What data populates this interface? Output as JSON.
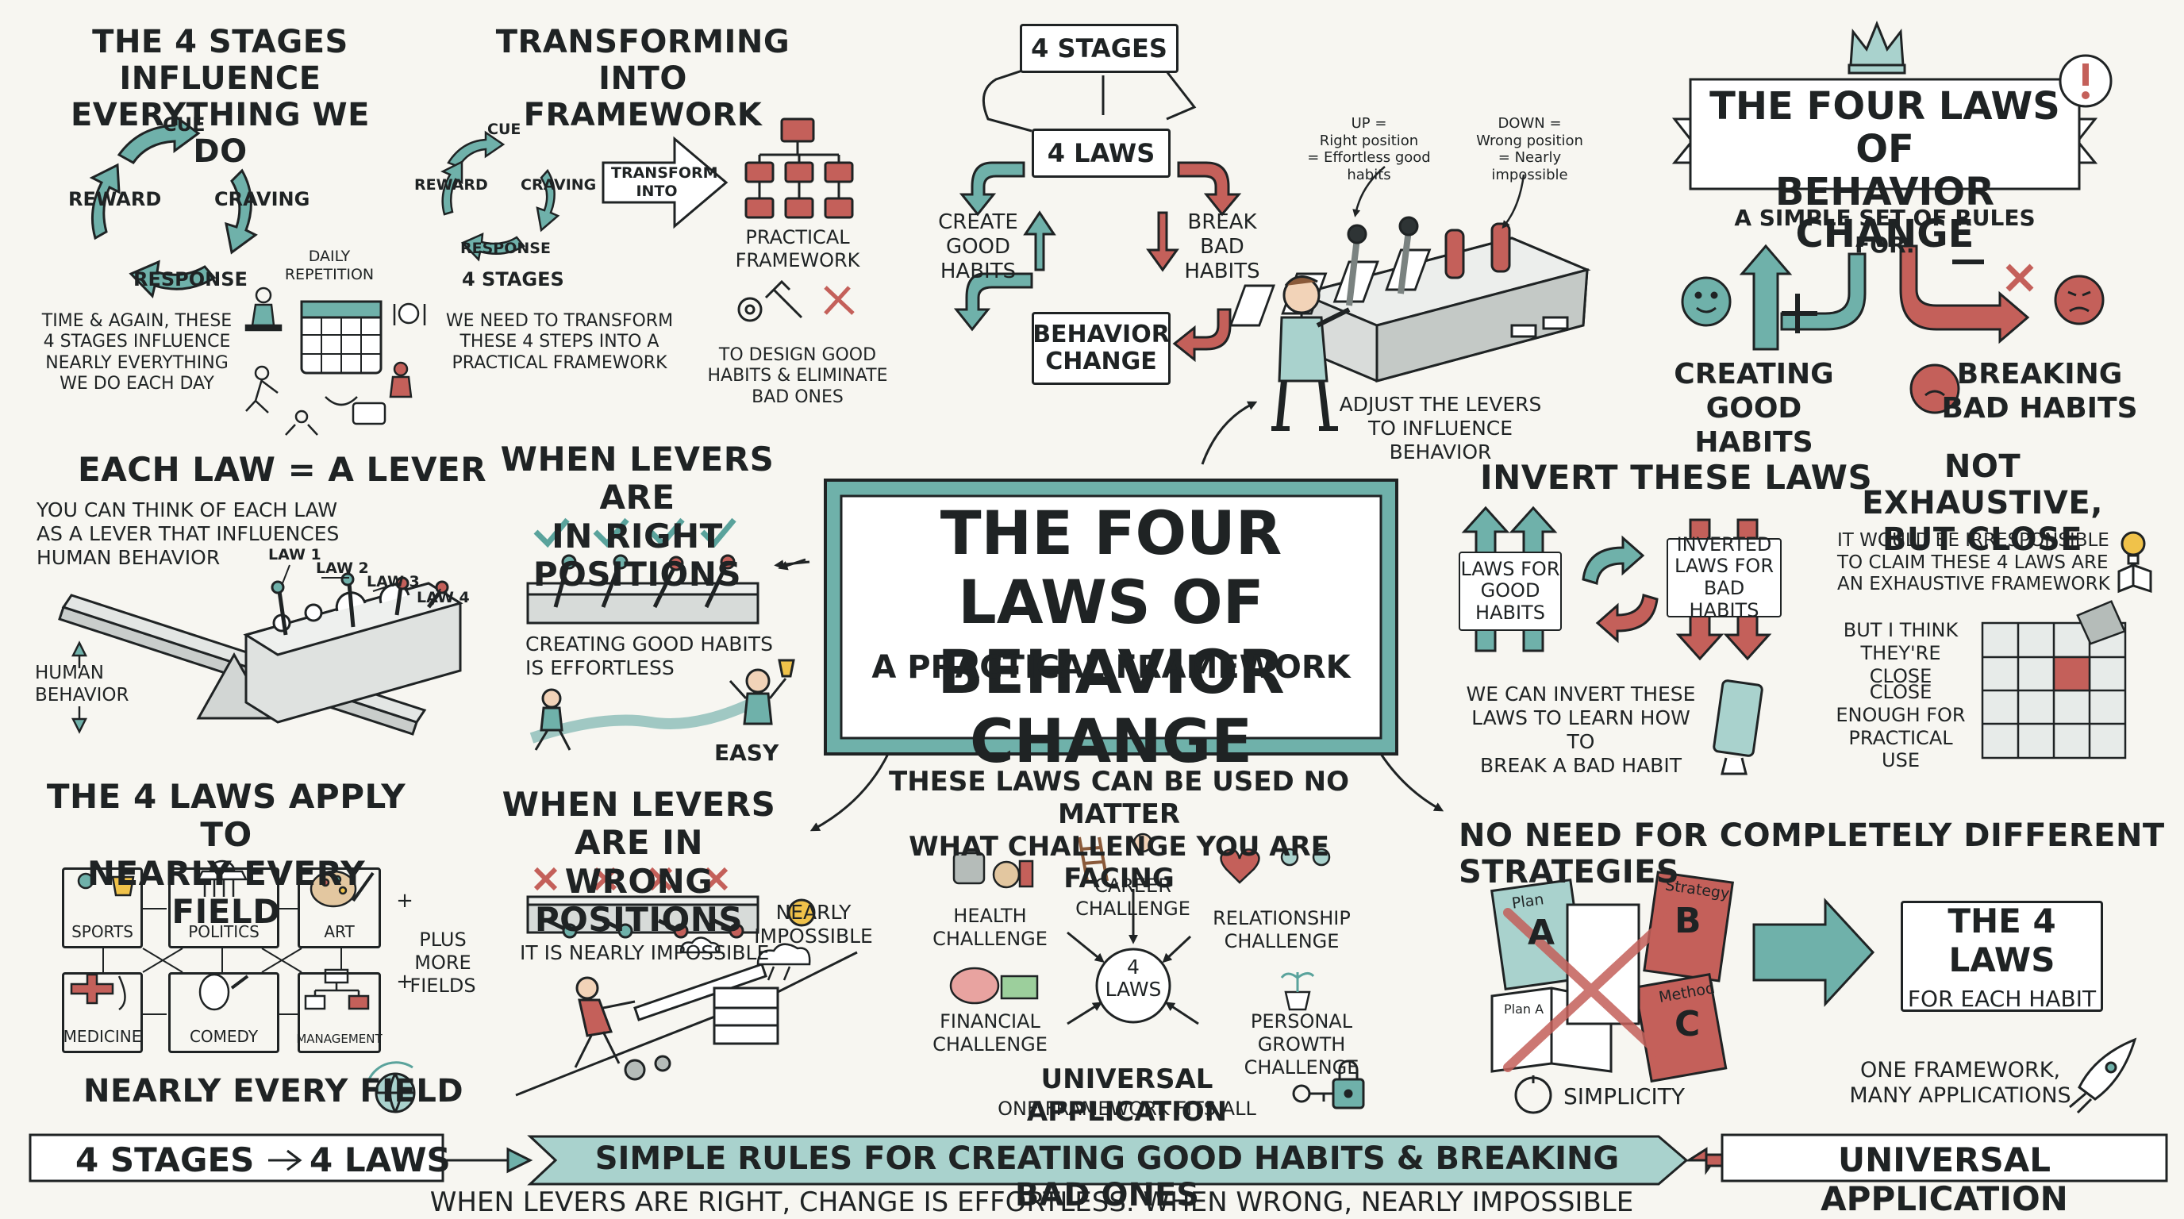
{
  "stages_panel": {
    "title": "THE 4 STAGES INFLUENCE\nEVERYTHING WE DO",
    "cue": "CUE",
    "craving": "CRAVING",
    "response": "RESPONSE",
    "reward": "REWARD",
    "daily": "DAILY\nREPETITION",
    "text": "TIME & AGAIN, THESE\n4 STAGES INFLUENCE\nNEARLY EVERYTHING\nWE DO EACH DAY"
  },
  "transform_panel": {
    "title": "TRANSFORMING INTO\nFRAMEWORK",
    "cue": "CUE",
    "craving": "CRAVING",
    "response": "RESPONSE",
    "reward": "REWARD",
    "stages": "4 STAGES",
    "arrow_label": "TRANSFORM\nINTO",
    "practical": "PRACTICAL\nFRAMEWORK",
    "text": "WE NEED TO TRANSFORM\nTHESE 4 STEPS INTO A\nPRACTICAL FRAMEWORK",
    "design": "TO DESIGN GOOD\nHABITS & ELIMINATE\nBAD ONES"
  },
  "flow_panel": {
    "stages": "4 STAGES",
    "laws": "4 LAWS",
    "create": "CREATE\nGOOD\nHABITS",
    "break": "BREAK\nBAD\nHABITS",
    "change": "BEHAVIOR\nCHANGE"
  },
  "lever_machine": {
    "up": "UP =\nRight position\n= Effortless good habits",
    "down": "DOWN =\nWrong position\n= Nearly impossible",
    "caption": "ADJUST THE LEVERS\nTO INFLUENCE BEHAVIOR"
  },
  "banner": {
    "title": "THE FOUR LAWS OF\nBEHAVIOR CHANGE",
    "subtitle": "A SIMPLE SET OF RULES FOR:",
    "creating": "CREATING\nGOOD HABITS",
    "breaking": "BREAKING\nBAD HABITS"
  },
  "center": {
    "title": "THE FOUR LAWS OF\nBEHAVIOR CHANGE",
    "subtitle": "A PRACTICAL FRAMEWORK"
  },
  "lever_panel": {
    "title": "EACH LAW = A LEVER",
    "text": "YOU CAN THINK OF EACH LAW\nAS A LEVER THAT INFLUENCES\nHUMAN BEHAVIOR",
    "law1": "LAW 1",
    "law2": "LAW 2",
    "law3": "LAW 3",
    "law4": "LAW 4",
    "human": "HUMAN\nBEHAVIOR"
  },
  "right_panel": {
    "title": "WHEN LEVERS ARE\nIN RIGHT POSITIONS",
    "text": "CREATING GOOD HABITS\nIS EFFORTLESS",
    "easy": "EASY"
  },
  "wrong_panel": {
    "title": "WHEN LEVERS ARE IN\nWRONG POSITIONS",
    "text": "IT IS NEARLY IMPOSSIBLE",
    "nearly": "NEARLY\nIMPOSSIBLE"
  },
  "fields_panel": {
    "title": "THE 4 LAWS APPLY TO\nNEARLY EVERY FIELD",
    "fields": [
      "SPORTS",
      "POLITICS",
      "ART",
      "MEDICINE",
      "COMEDY",
      "MANAGEMENT"
    ],
    "plus": "PLUS\nMORE\nFIELDS",
    "bottom": "NEARLY EVERY FIELD"
  },
  "challenge_panel": {
    "title": "THESE LAWS CAN BE USED NO MATTER\nWHAT CHALLENGE YOU ARE FACING",
    "health": "HEALTH\nCHALLENGE",
    "career": "CAREER\nCHALLENGE",
    "relationship": "RELATIONSHIP\nCHALLENGE",
    "financial": "FINANCIAL\nCHALLENGE",
    "personal": "PERSONAL GROWTH\nCHALLENGE",
    "hub": "4\nLAWS",
    "universal": "UNIVERSAL APPLICATION",
    "fits": "ONE FRAMEWORK FITS ALL"
  },
  "invert_panel": {
    "title": "INVERT THESE LAWS",
    "good": "LAWS FOR\nGOOD\nHABITS",
    "bad": "INVERTED\nLAWS FOR\nBAD HABITS",
    "text": "WE CAN INVERT THESE\nLAWS TO LEARN HOW TO\nBREAK A BAD HABIT"
  },
  "exhaustive_panel": {
    "title": "NOT EXHAUSTIVE,\nBUT CLOSE",
    "text1": "IT WOULD BE IRRESPONSIBLE\nTO CLAIM THESE 4 LAWS ARE\nAN EXHAUSTIVE FRAMEWORK",
    "text2": "BUT I THINK\nTHEY'RE CLOSE",
    "text3": "CLOSE\nENOUGH FOR\nPRACTICAL USE"
  },
  "strategies_panel": {
    "title": "NO NEED FOR COMPLETELY DIFFERENT STRATEGIES",
    "plan": "Plan",
    "plan_letter": "A",
    "strategy": "Strategy",
    "strategy_letter": "B",
    "method": "Method",
    "method_letter": "C",
    "plan_a": "Plan A",
    "result_title": "THE 4 LAWS",
    "result_sub": "FOR EACH HABIT",
    "simplicity": "SIMPLICITY",
    "many": "ONE FRAMEWORK,\nMANY APPLICATIONS"
  },
  "footer": {
    "left_a": "4 STAGES",
    "left_b": "4 LAWS",
    "middle": "SIMPLE RULES FOR CREATING GOOD HABITS & BREAKING BAD ONES",
    "right": "UNIVERSAL APPLICATION",
    "bottom": "WHEN LEVERS ARE RIGHT, CHANGE IS EFFORTLESS. WHEN WRONG, NEARLY IMPOSSIBLE"
  },
  "colors": {
    "teal": "#5aa39c",
    "red": "#c4605a",
    "ink": "#1f2324",
    "paper": "#f7f6f1"
  }
}
